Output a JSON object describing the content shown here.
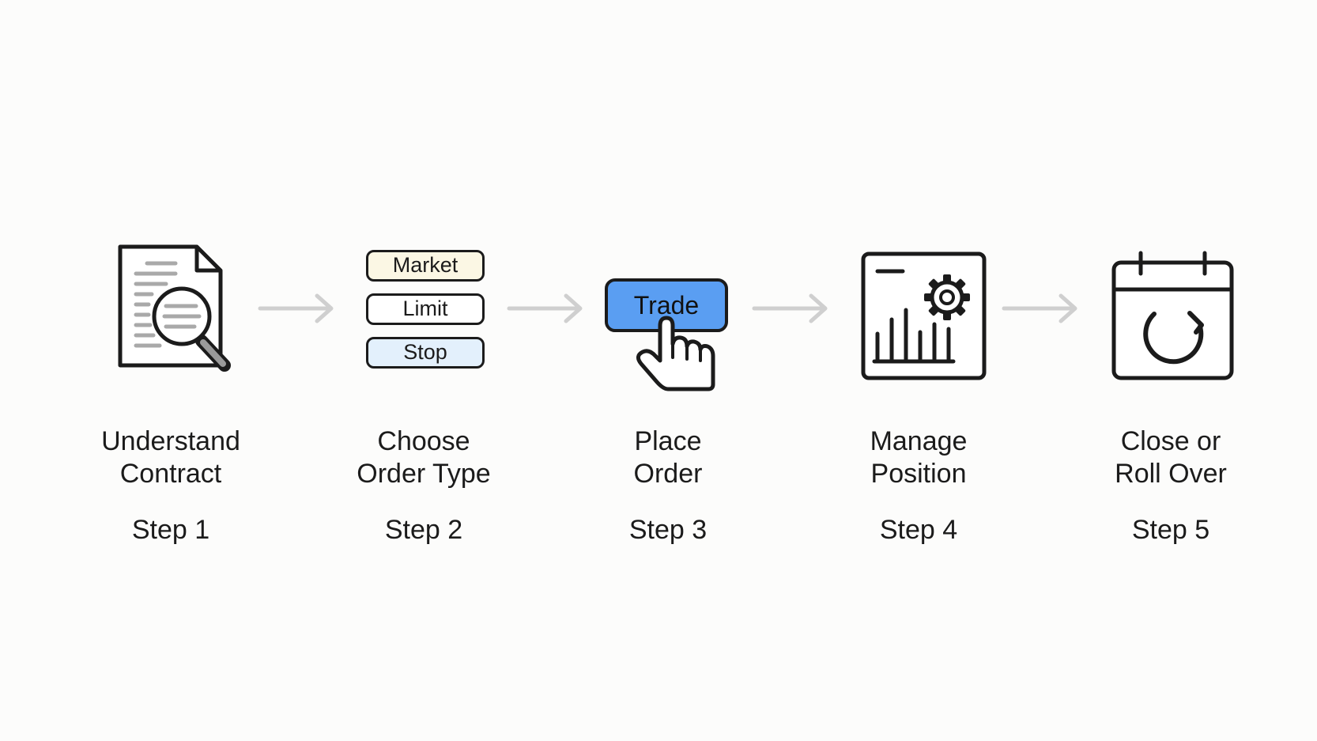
{
  "colors": {
    "background": "#fcfcfb",
    "stroke": "#1b1b1b",
    "arrow": "#cfcfcf",
    "market_fill": "#fbf7e4",
    "limit_fill": "#ffffff",
    "stop_fill": "#e3f0fc",
    "trade_fill": "#5a9ef2",
    "doc_lines": "#a9a9a9"
  },
  "steps": [
    {
      "icon": "document-magnifier-icon",
      "label_line1": "Understand",
      "label_line2": "Contract",
      "step": "Step 1"
    },
    {
      "icon": "order-type-list-icon",
      "label_line1": "Choose",
      "label_line2": "Order Type",
      "step": "Step 2",
      "options": [
        "Market",
        "Limit",
        "Stop"
      ]
    },
    {
      "icon": "trade-button-cursor-icon",
      "label_line1": "Place",
      "label_line2": "Order",
      "step": "Step 3",
      "button_label": "Trade"
    },
    {
      "icon": "chart-gear-icon",
      "label_line1": "Manage",
      "label_line2": "Position",
      "step": "Step 4"
    },
    {
      "icon": "calendar-refresh-icon",
      "label_line1": "Close or",
      "label_line2": "Roll Over",
      "step": "Step 5"
    }
  ]
}
